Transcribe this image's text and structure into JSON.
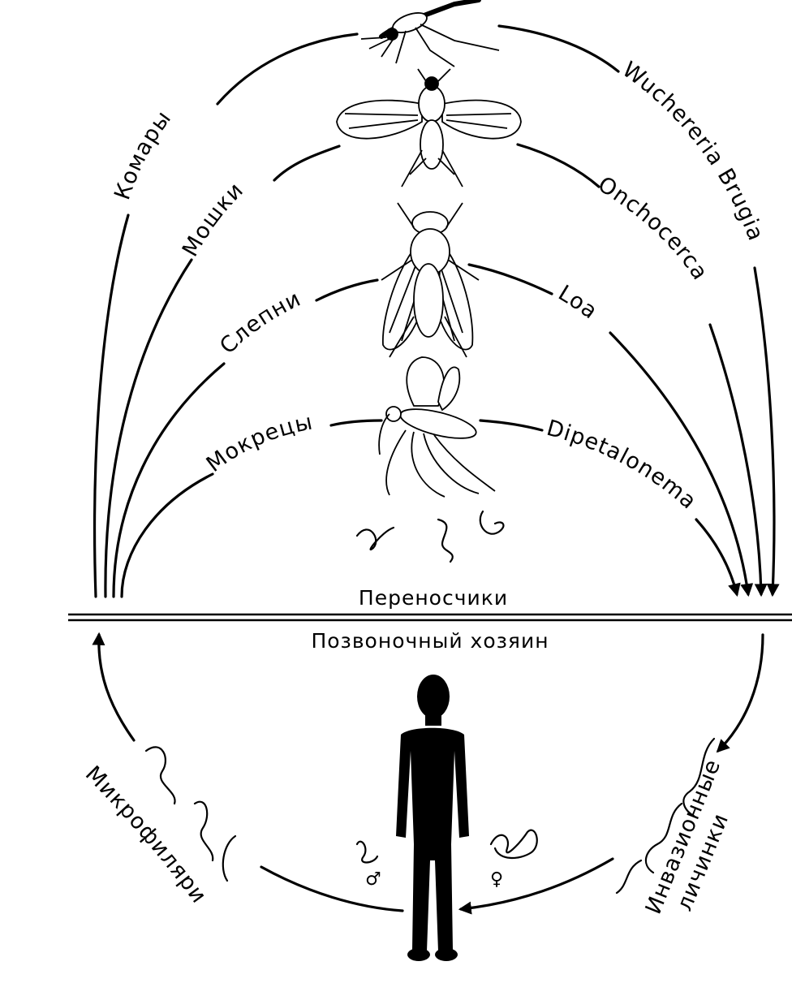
{
  "vectors_left": {
    "mosquitoes": "Комары",
    "blackflies": "Мошки",
    "horseflies": "Слепни",
    "midges": "Мокрецы"
  },
  "genera_right": {
    "wuchereria": "Wuchereria Brugia",
    "onchocerca": "Onchocerca",
    "loa": "Loa",
    "dipetalonema": "Dipetalonema"
  },
  "divider": {
    "vectors_label": "Переносчики",
    "host_label": "Позвоночный хозяин"
  },
  "lower_cycle": {
    "microfilariae_label": "Микрофилярии",
    "infective_larvae_line1": "Инвазионные",
    "infective_larvae_line2": "личинки",
    "male_symbol": "♂",
    "female_symbol": "♀"
  },
  "colors": {
    "ink": "#000000",
    "background": "#ffffff"
  }
}
